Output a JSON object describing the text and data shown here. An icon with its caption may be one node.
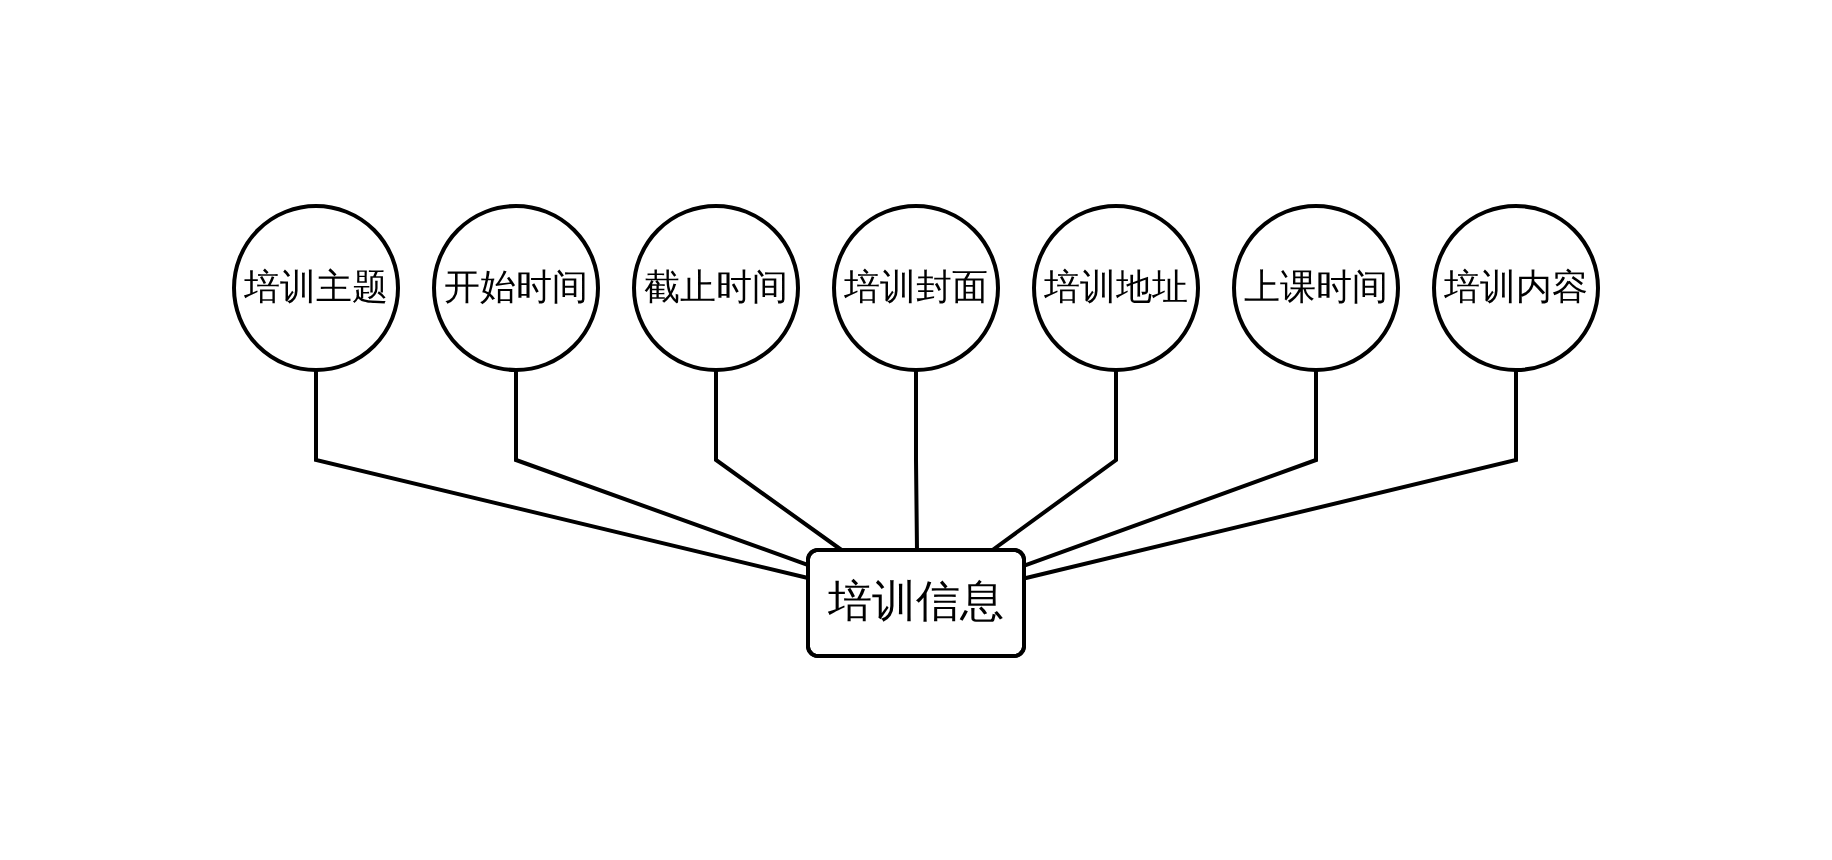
{
  "diagram": {
    "nodes": [
      {
        "text": [
          "培训主题"
        ]
      },
      {
        "text": [
          "开始时间"
        ]
      },
      {
        "text": [
          "截止时间"
        ]
      },
      {
        "text": [
          "培训封面"
        ]
      },
      {
        "text": [
          "培训地址"
        ]
      },
      {
        "text": [
          "上课时间"
        ]
      },
      {
        "text": [
          "培训内容"
        ]
      },
      {
        "text": [
          "培训信息"
        ]
      }
    ],
    "edges": [
      {
        "from": 0,
        "to": 7,
        "arrow": "none"
      },
      {
        "from": 1,
        "to": 7,
        "arrow": "none"
      },
      {
        "from": 2,
        "to": 7,
        "arrow": "none"
      },
      {
        "from": 3,
        "to": 7,
        "arrow": "none"
      },
      {
        "from": 4,
        "to": 7,
        "arrow": "none"
      },
      {
        "from": 5,
        "to": 7,
        "arrow": "none"
      },
      {
        "from": 6,
        "to": 7,
        "arrow": "none"
      }
    ]
  }
}
